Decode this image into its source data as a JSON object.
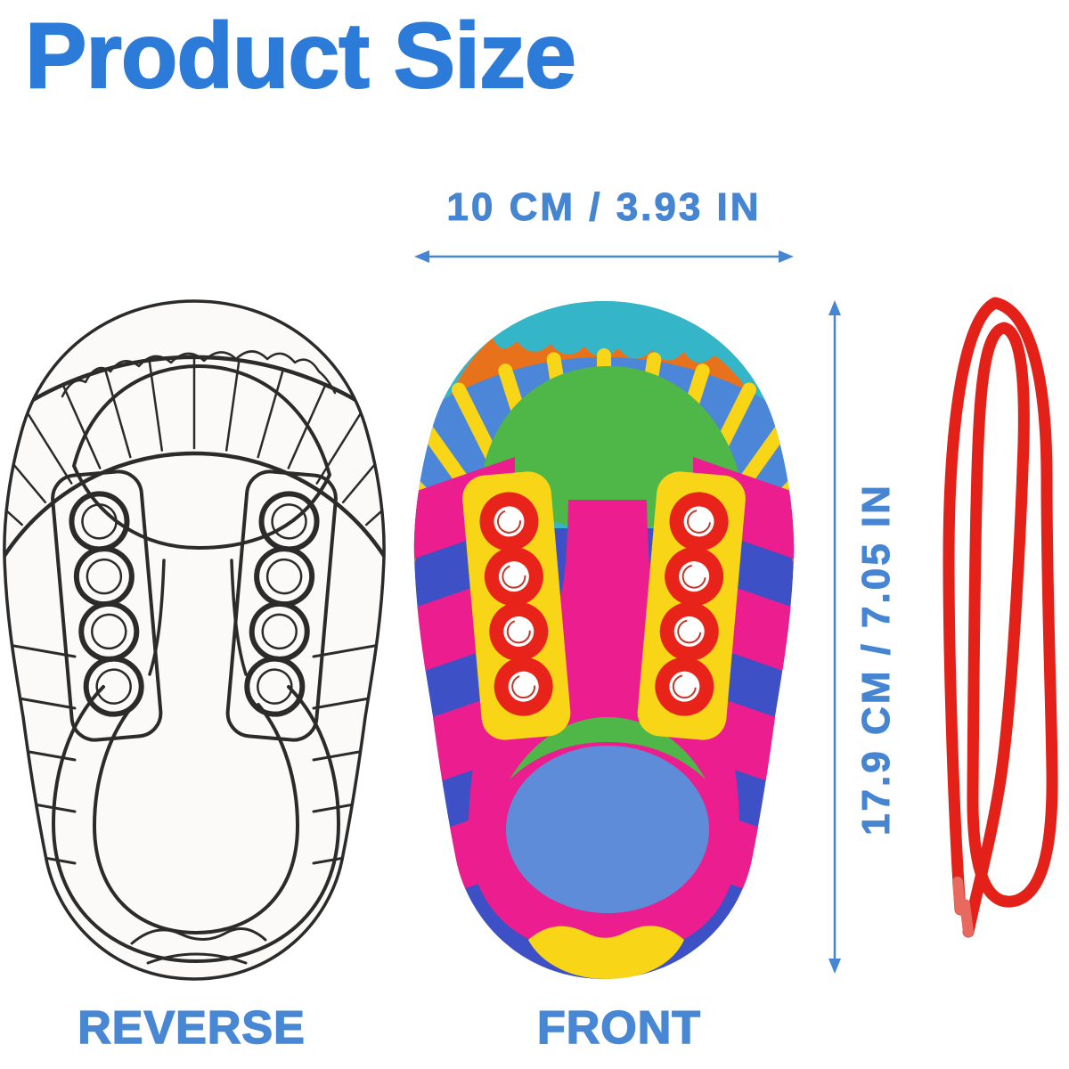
{
  "title": "Product Size",
  "dims": {
    "width": "10 CM / 3.93 IN",
    "height": "17.9 CM / 7.05 IN"
  },
  "labels": {
    "reverse": "REVERSE",
    "front": "FRONT"
  },
  "icons": {
    "reverse_shoe": "outline-coloring-shoe-reverse-side",
    "front_shoe": "colorful-lacing-toy-shoe-front-side",
    "lace": "red-shoelace-folded-loop",
    "width_arrow": "horizontal-double-arrow",
    "height_arrow": "vertical-double-arrow"
  },
  "colors": {
    "title_blue": "#2C7BD9",
    "dim_blue": "#4585D2",
    "label_blue": "#4787D3",
    "royal": "#3D50C6",
    "cornflower": "#5E8CD8",
    "band_blue": "#4C86D8",
    "band_cap": "#5B9BDB",
    "teal": "#35B6C8",
    "orange": "#E8721C",
    "yellow": "#F8D516",
    "green": "#4FB648",
    "magenta": "#EC1D8E",
    "red": "#E8231A",
    "lace_red": "#E32119",
    "aglet": "#E8695F",
    "outline": "#2B2B2B",
    "paper": "#FCFAF9"
  }
}
